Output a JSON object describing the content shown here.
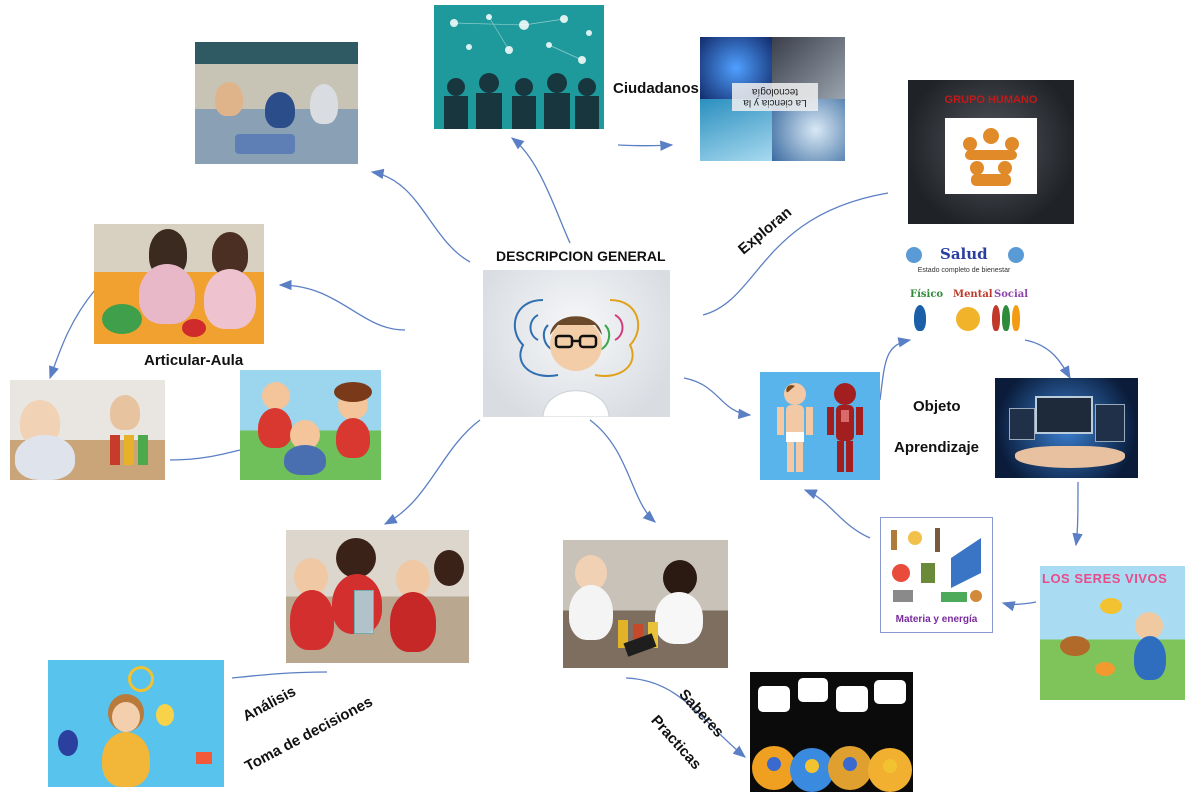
{
  "center": {
    "title": "DESCRIPCION GENERAL"
  },
  "labels": {
    "ciudadanos": "Ciudadanos",
    "exploran": "Exploran",
    "articular_aula": "Articular-Aula",
    "objeto": "Objeto",
    "aprendizaje": "Aprendizaje",
    "analisis": "Análisis",
    "toma_decisiones": "Toma de decisiones",
    "saberes": "Saberes",
    "practicas": "Practicas"
  },
  "image_texts": {
    "ciencia_tecnologia": "La ciencia y la tecnología",
    "grupo_humano": "GRUPO HUMANO",
    "salud_title": "Salud",
    "salud_subtitle": "Estado completo de bienestar",
    "salud_fisico": "Físico",
    "salud_mental": "Mental",
    "salud_social": "Social",
    "seres_vivos": "LOS SERES VIVOS",
    "materia_energia": "Materia y energía"
  },
  "colors": {
    "arrow": "#5b7fc4",
    "salud_blue": "#2a3f9e",
    "seres_vivos": "#e94b8a",
    "materia": "#7a2a9e"
  }
}
